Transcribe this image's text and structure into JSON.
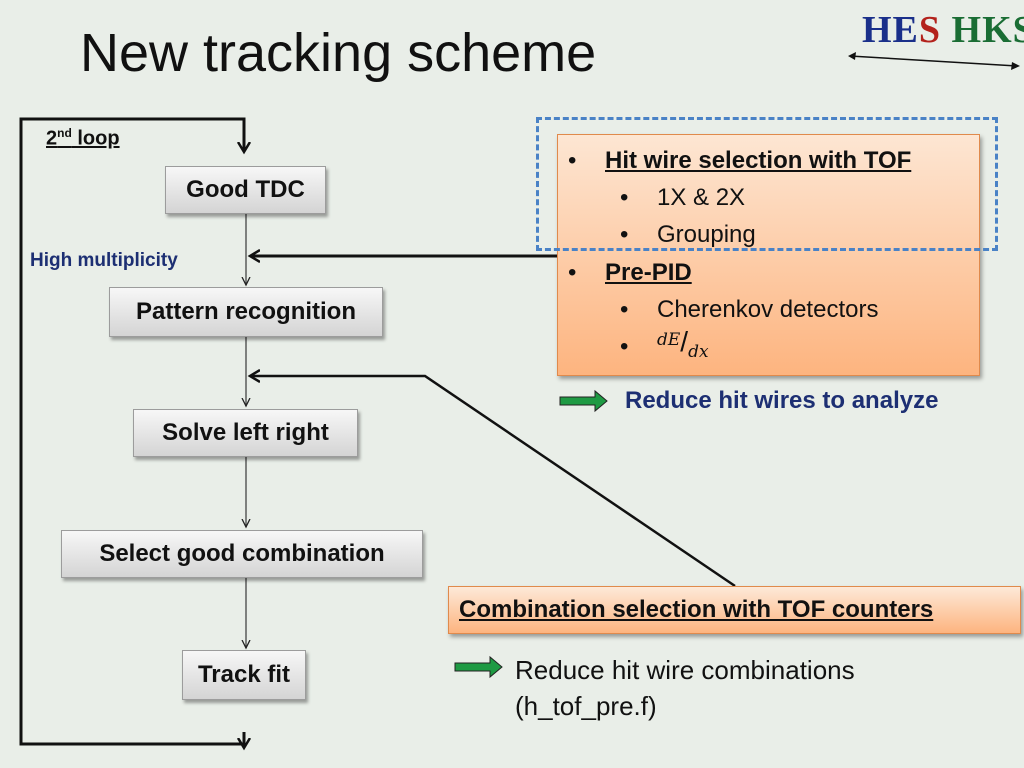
{
  "slide": {
    "title": "New tracking scheme",
    "logo": {
      "part1": "HE",
      "part2": "S",
      "part3": " HKS"
    }
  },
  "flow": {
    "loop_label": "2",
    "loop_label_sup": "nd",
    "loop_label_rest": " loop",
    "high_multiplicity": "High multiplicity",
    "steps": [
      "Good TDC",
      "Pattern recognition",
      "Solve left right",
      "Select good combination",
      "Track fit"
    ]
  },
  "info_box": {
    "item1_heading": "Hit wire selection with TOF",
    "item1_sub": [
      "1X & 2X",
      "Grouping"
    ],
    "item2_heading": "Pre-PID",
    "item2_sub1": "Cherenkov detectors",
    "item2_sub2_num": "dE",
    "item2_sub2_den": "dx",
    "bullet_main": "•",
    "bullet_sub": "•"
  },
  "reduce_wires": "Reduce hit wires to analyze",
  "combination_box": "Combination selection with TOF counters",
  "reduce_combinations": [
    "Reduce hit wire combinations",
    "(h_tof_pre.f)"
  ],
  "colors": {
    "arrow_green": "#1e9a43",
    "accent_blue": "#1d2f73",
    "dash_blue": "#4a82c6",
    "orange": "#fdb47f"
  }
}
